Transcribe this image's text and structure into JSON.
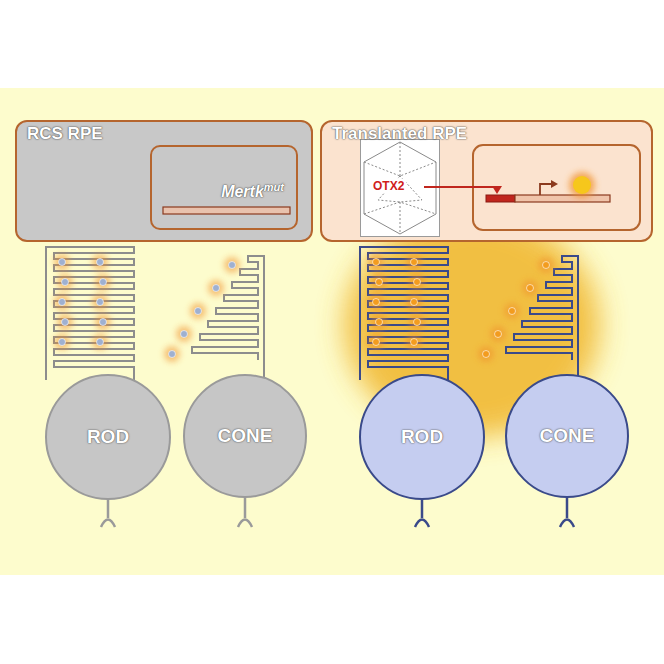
{
  "diagram": {
    "nodes": [
      {
        "text": [
          "RCS RPE"
        ]
      },
      {
        "text": [
          "Mertk",
          "mut"
        ],
        "in": 0
      },
      {
        "text": [
          "Translanted RPE"
        ]
      },
      {
        "text": [
          "OTX2"
        ],
        "in": 2
      },
      {
        "text": [
          "ROD"
        ]
      },
      {
        "text": [
          "CONE"
        ]
      },
      {
        "text": [
          "ROD"
        ]
      },
      {
        "text": [
          "CONE"
        ]
      }
    ]
  }
}
